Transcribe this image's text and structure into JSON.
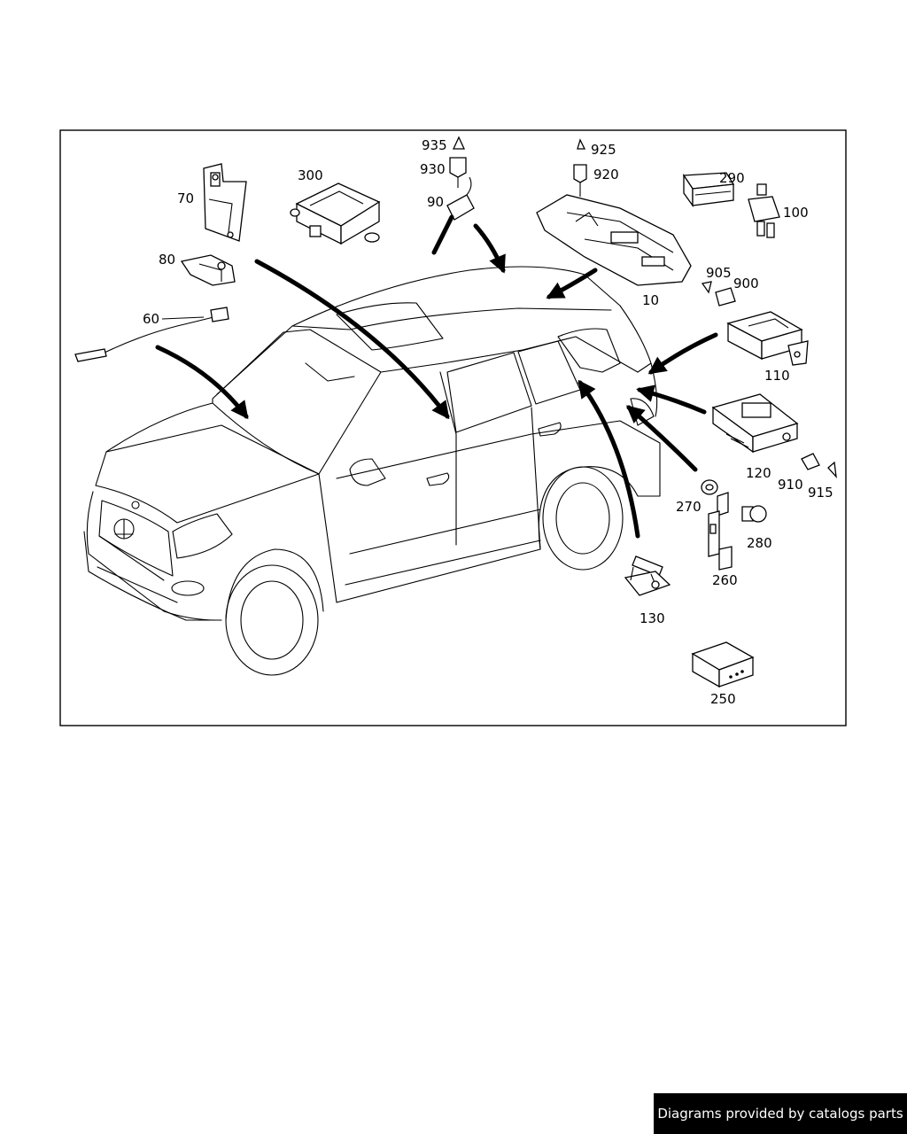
{
  "footer": {
    "text": "Diagrams provided by catalogs parts"
  },
  "callouts": {
    "c10": "10",
    "c60": "60",
    "c70": "70",
    "c80": "80",
    "c90": "90",
    "c100": "100",
    "c110": "110",
    "c120": "120",
    "c130": "130",
    "c250": "250",
    "c260": "260",
    "c270": "270",
    "c280": "280",
    "c290": "290",
    "c300": "300",
    "c900": "900",
    "c905": "905",
    "c910": "910",
    "c915": "915",
    "c920": "920",
    "c925": "925",
    "c930": "930",
    "c935": "935"
  },
  "colors": {
    "line": "#000000",
    "background": "#ffffff",
    "footer_bg": "#000000",
    "footer_text": "#ffffff"
  }
}
